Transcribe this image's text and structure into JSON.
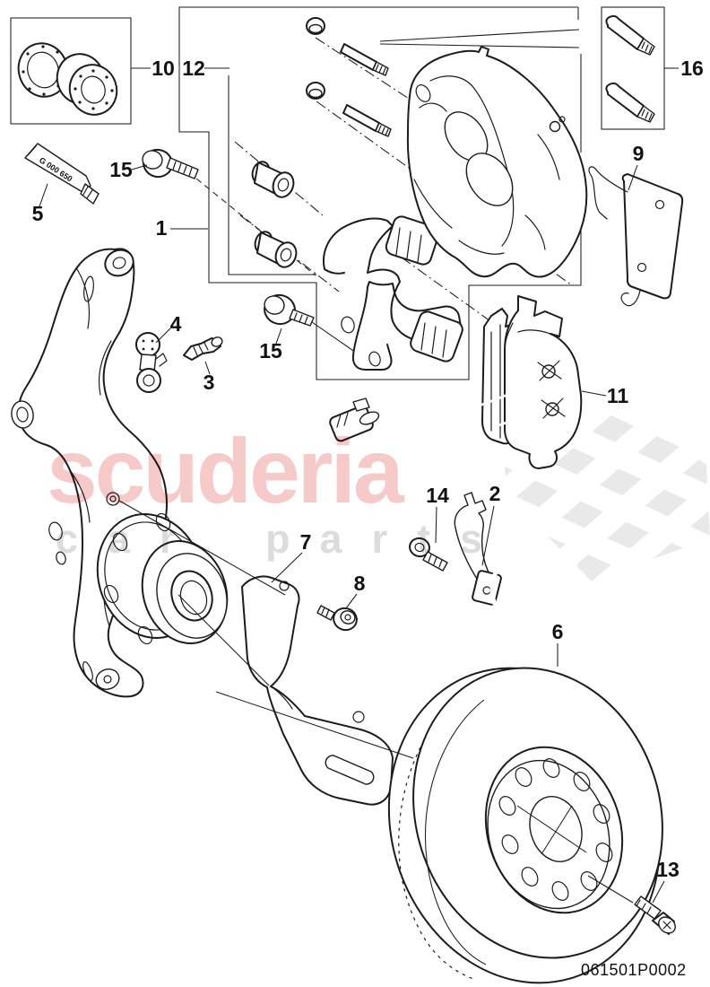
{
  "watermark": {
    "brand": "scuderia",
    "sub": "car parts",
    "brand_color": "#f7caca",
    "sub_color": "#dcdcdc",
    "flag_color": "#e9e9e9"
  },
  "footer": {
    "part_number": "061501P0002"
  },
  "tube": {
    "text": "G 000 650"
  },
  "colors": {
    "line": "#1c1c1c",
    "background": "#ffffff"
  },
  "callouts": [
    {
      "label": "1"
    },
    {
      "label": "2"
    },
    {
      "label": "3"
    },
    {
      "label": "4"
    },
    {
      "label": "5"
    },
    {
      "label": "6"
    },
    {
      "label": "7"
    },
    {
      "label": "8"
    },
    {
      "label": "9"
    },
    {
      "label": "10"
    },
    {
      "label": "11"
    },
    {
      "label": "12"
    },
    {
      "label": "13"
    },
    {
      "label": "14"
    },
    {
      "label": "15"
    },
    {
      "label": "15"
    },
    {
      "label": "16"
    }
  ]
}
